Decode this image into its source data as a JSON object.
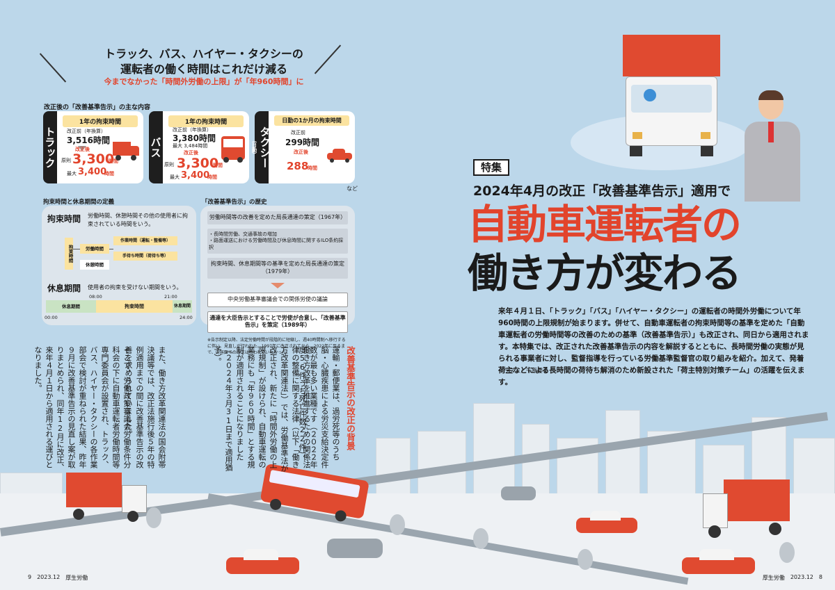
{
  "left": {
    "headline": {
      "line1": "トラック、バス、ハイヤー・タクシーの",
      "line2": "運転者の働く時間はこれだけ減る",
      "sub": "今までなかった「時間外労働の上限」が「年960時間」に"
    },
    "main_points_label": "改正後の「改善基準告示」の主な内容",
    "cards": [
      {
        "side": "トラック",
        "header": "1年の拘束時間",
        "before_label": "改正前（年換算）",
        "before_value": "3,516時間",
        "after_label": "改正後",
        "rule_label": "原則",
        "rule_value": "3,300",
        "rule_unit": "時間",
        "max_label": "最大",
        "max_value": "3,400",
        "max_unit": "時間"
      },
      {
        "side": "バス",
        "header": "1年の拘束時間",
        "before_label": "改正前（年換算）",
        "before_value": "3,380時間",
        "before_max": "最大 3,484時間",
        "after_label": "改正後",
        "rule_label": "原則",
        "rule_value": "3,300",
        "rule_unit": "時間",
        "max_label": "最大",
        "max_value": "3,400",
        "max_unit": "時間"
      },
      {
        "side": "タクシー",
        "side_sub": "（日勤）",
        "header": "日勤の1か月の拘束時間",
        "before_label": "改正前",
        "before_value": "299時間",
        "after_label": "改正後",
        "after_value": "288",
        "after_unit": "時間"
      }
    ],
    "etc": "など",
    "definition": {
      "title": "拘束時間と休息期間の定義",
      "restraint_title": "拘束時間",
      "restraint_desc": "労働時間、休憩時間その他の使用者に拘束されている時間をいう。",
      "diagram": {
        "root": "拘束時間",
        "labor": "労働時間",
        "work": "作業時間（運転・整備等）",
        "wait": "手待ち時間（荷待ち等）",
        "rest_break": "休憩時間"
      },
      "rest_title": "休息期間",
      "rest_desc": "使用者の拘束を受けない期間をいう。",
      "timeline": {
        "t0": "00:00",
        "t1": "08:00",
        "t2": "21:00",
        "t3": "24:00",
        "rest1": "休息期間",
        "restraint": "拘束時間",
        "rest2": "休息期間"
      }
    },
    "history": {
      "title": "「改善基準告示」の歴史",
      "rows": [
        "労働時間等の改善を定めた局長通達の策定（1967年）",
        "・長時間労働、交通事故の増加\n・路面運送における労働時間及び休息時間に関するILO条約採択",
        "拘束時間、休息期間等の基準を定めた局長通達の策定（1979年）",
        "中央労働基準審議会での関係労使の議論",
        "通達を大臣告示とすることで労使が合意し、「改善基準告示」を策定（1989年）"
      ],
      "note": "※告示制定以降、法定労働時間が段階的に短縮し、週40時間制へ移行するに伴い、見直しが行われた。1997年に改正されてから、2022年に至るまで、内容面での改正は行われていなかった。"
    },
    "body": {
      "heading": "改善基準告示の改正の背景",
      "columns": [
        "運輸・郵便業は、過労死等のうち脳・心臓疾患による労災支給決定件数が最も多い業種です（２０２２年度56件うち死亡件数22件）。",
        "働き方改革を推進するための関係法律の整備に関する法律（以下「働き方改革関連法」）では、労働基準法が改正され、新たに「時間外労働の上限規制」が設けられ、自動車運転の業務にも「年９６０時間」とする規制が適用されることになりました（２０２４年３月31日まで適用猶予）。",
        "また、働き方改革関連法の国会附帯決議等では、改正法施行後５年の特例適用までの間に改善基準告示の改善を求められていました。",
        "そこで、労働政策審議会労働条件分科会の下に自動車運転者労働時間等専門委員会が設置され、トラック、バス、ハイヤー・タクシーの各作業部会で検討が重ねられた結果、昨年９月に改善基準告示の見直し案が取りまとめられ、同年12月に改正、来年４月１日から適用される運びとなりました。"
      ]
    },
    "footer": {
      "page": "9",
      "issue": "2023.12",
      "magazine": "厚生労働"
    }
  },
  "right": {
    "tag": "特集",
    "subtitle": "2024年4月の改正「改善基準告示」適用で",
    "title_line1": "自動車運転者の",
    "title_line2": "働き方が変わる",
    "lead": "来年４月１日、「トラック」「バス」「ハイヤー・タクシー」の運転者の時間外労働について年960時間の上限規制が始まります。併せて、自動車運転者の拘束時間等の基準を定めた「自動車運転者の労働時間等の改善のための基準（改善基準告示）」も改正され、同日から適用されます。本特集では、改正された改善基準告示の内容を解説するとともに、長時間労働の実態が見られる事業者に対し、監督指導を行っている労働基準監督官の取り組みを紹介。加えて、発着荷主などによる長時間の荷待ち解消のため新設された「荷主特別対策チーム」の活躍を伝えます。",
    "credit": "イラスト／千原櫻子",
    "footer": {
      "magazine": "厚生労働",
      "issue": "2023.12",
      "page": "8"
    }
  },
  "colors": {
    "accent_red": "#e2442c",
    "sky": "#bcd7ea",
    "panel": "#dde5ec",
    "label_yellow": "#fbe3a0"
  }
}
